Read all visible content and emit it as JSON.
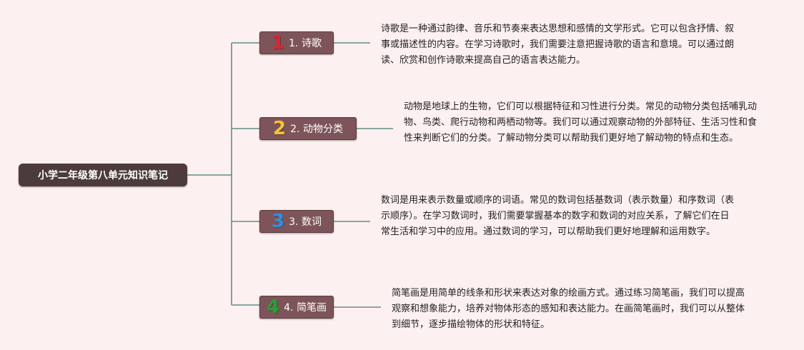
{
  "root": {
    "label": "小学二年级第八单元知识笔记"
  },
  "branches": [
    {
      "number": "1",
      "label": "1. 诗歌",
      "description": "诗歌是一种通过韵律、音乐和节奏来表达思想和感情的文学形式。它可以包含抒情、叙事或描述性的内容。在学习诗歌时，我们需要注意把握诗歌的语言和意境。可以通过朗读、欣赏和创作诗歌来提高自己的语言表达能力。"
    },
    {
      "number": "2",
      "label": "2. 动物分类",
      "description": "动物是地球上的生物，它们可以根据特征和习性进行分类。常见的动物分类包括哺乳动物、鸟类、爬行动物和两栖动物等。我们可以通过观察动物的外部特征、生活习性和食性来判断它们的分类。了解动物分类可以帮助我们更好地了解动物的特点和生态。"
    },
    {
      "number": "3",
      "label": "3. 数词",
      "description": "数词是用来表示数量或顺序的词语。常见的数词包括基数词（表示数量）和序数词（表示顺序）。在学习数词时，我们需要掌握基本的数字和数词的对应关系，了解它们在日常生活和学习中的应用。通过数词的学习，可以帮助我们更好地理解和运用数字。"
    },
    {
      "number": "4",
      "label": "4. 简笔画",
      "description": "简笔画是用简单的线条和形状来表达对象的绘画方式。通过练习简笔画，我们可以提高观察和想象能力，培养对物体形态的感知和表达能力。在画简笔画时，我们可以从整体到细节，逐步描绘物体的形状和特征。"
    }
  ],
  "colors": {
    "background": "#fdf0f1",
    "root_fill": "#4d3b3c",
    "branch_fill": "#7d5459",
    "connector": "#5f8f84",
    "number_1": "#e0242e",
    "number_2": "#f5c431",
    "number_3": "#2d8fe0",
    "number_4": "#2c9e36"
  }
}
